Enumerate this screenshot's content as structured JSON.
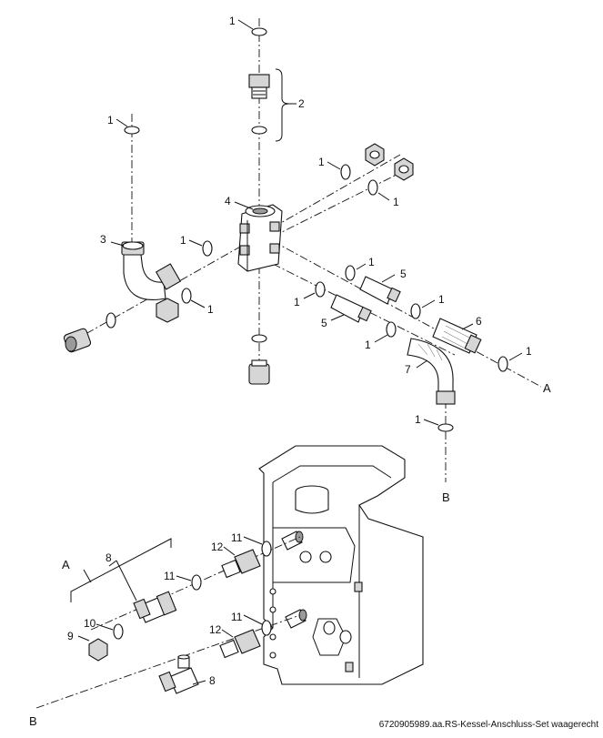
{
  "callouts": {
    "c1a": "1",
    "c1b": "1",
    "c1c": "1",
    "c1d": "1",
    "c1e": "1",
    "c1f": "1",
    "c1g": "1",
    "c1h": "1",
    "c1i": "1",
    "c1j": "1",
    "c1k": "1",
    "c1l": "1",
    "c2": "2",
    "c3": "3",
    "c4": "4",
    "c5a": "5",
    "c5b": "5",
    "c6": "6",
    "c7": "7",
    "c8a": "8",
    "c8b": "8",
    "c9": "9",
    "c10": "10",
    "c11a": "11",
    "c11b": "11",
    "c11c": "11",
    "c12a": "12",
    "c12b": "12"
  },
  "connections": {
    "a_top": "A",
    "b_top": "B",
    "a_bottom": "A",
    "b_bottom": "B"
  },
  "caption": "6720905989.aa.RS-Kessel-Anschluss-Set waagerecht"
}
